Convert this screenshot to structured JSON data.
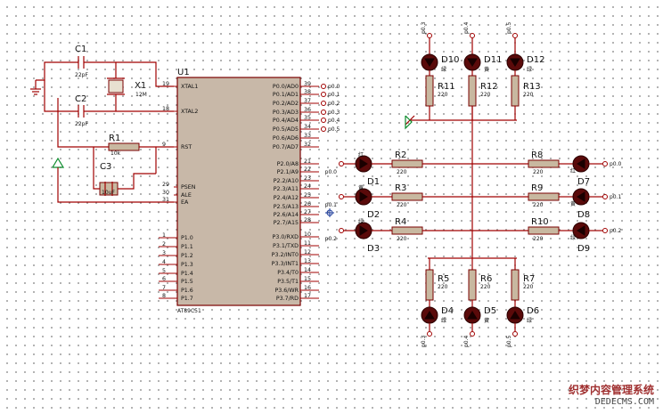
{
  "chip": {
    "ref": "U1",
    "part": "AT89C51",
    "left_pins": [
      {
        "num": "19",
        "name": "XTAL1"
      },
      {
        "num": "18",
        "name": "XTAL2"
      },
      {
        "num": "9",
        "name": "RST"
      },
      {
        "num": "29",
        "name": "PSEN"
      },
      {
        "num": "30",
        "name": "ALE"
      },
      {
        "num": "31",
        "name": "EA"
      },
      {
        "num": "1",
        "name": "P1.0"
      },
      {
        "num": "2",
        "name": "P1.1"
      },
      {
        "num": "3",
        "name": "P1.2"
      },
      {
        "num": "4",
        "name": "P1.3"
      },
      {
        "num": "5",
        "name": "P1.4"
      },
      {
        "num": "6",
        "name": "P1.5"
      },
      {
        "num": "7",
        "name": "P1.6"
      },
      {
        "num": "8",
        "name": "P1.7"
      }
    ],
    "right_pins": [
      {
        "num": "39",
        "name": "P0.0/AD0",
        "net": "p0.0"
      },
      {
        "num": "38",
        "name": "P0.1/AD1",
        "net": "p0.1"
      },
      {
        "num": "37",
        "name": "P0.2/AD2",
        "net": "p0.2"
      },
      {
        "num": "36",
        "name": "P0.3/AD3",
        "net": "p0.3"
      },
      {
        "num": "35",
        "name": "P0.4/AD4",
        "net": "p0.4"
      },
      {
        "num": "34",
        "name": "P0.5/AD5",
        "net": "p0.5"
      },
      {
        "num": "33",
        "name": "P0.6/AD6",
        "net": ""
      },
      {
        "num": "32",
        "name": "P0.7/AD7",
        "net": ""
      },
      {
        "num": "21",
        "name": "P2.0/A8"
      },
      {
        "num": "22",
        "name": "P2.1/A9"
      },
      {
        "num": "23",
        "name": "P2.2/A10"
      },
      {
        "num": "24",
        "name": "P2.3/A11"
      },
      {
        "num": "25",
        "name": "P2.4/A12"
      },
      {
        "num": "26",
        "name": "P2.5/A13"
      },
      {
        "num": "27",
        "name": "P2.6/A14"
      },
      {
        "num": "28",
        "name": "P2.7/A15"
      },
      {
        "num": "10",
        "name": "P3.0/RXD"
      },
      {
        "num": "11",
        "name": "P3.1/TXD"
      },
      {
        "num": "12",
        "name": "P3.2/INT0"
      },
      {
        "num": "13",
        "name": "P3.3/INT1"
      },
      {
        "num": "14",
        "name": "P3.4/T0"
      },
      {
        "num": "15",
        "name": "P3.5/T1"
      },
      {
        "num": "16",
        "name": "P3.6/WR"
      },
      {
        "num": "17",
        "name": "P3.7/RD"
      }
    ]
  },
  "osc": {
    "c1": {
      "ref": "C1",
      "value": "22pF"
    },
    "c2": {
      "ref": "C2",
      "value": "22pF"
    },
    "x1": {
      "ref": "X1",
      "value": "12M"
    },
    "r1": {
      "ref": "R1",
      "value": "10k"
    },
    "c3": {
      "ref": "C3",
      "value": "10uF"
    }
  },
  "top": [
    {
      "led": "D10",
      "res": "R11",
      "value": "220",
      "net": "p0.3",
      "color": "绿"
    },
    {
      "led": "D11",
      "res": "R12",
      "value": "220",
      "net": "p0.4",
      "color": "黄"
    },
    {
      "led": "D12",
      "res": "R13",
      "value": "220",
      "net": "p0.5",
      "color": "绿"
    }
  ],
  "left": [
    {
      "led": "D1",
      "res": "R2",
      "value": "220",
      "net": "p0.0",
      "color": "红"
    },
    {
      "led": "D2",
      "res": "R3",
      "value": "220",
      "net": "p0.1",
      "color": "黄"
    },
    {
      "led": "D3",
      "res": "R4",
      "value": "220",
      "net": "p0.2",
      "color": "绿"
    }
  ],
  "right": [
    {
      "led": "D7",
      "res": "R8",
      "value": "220",
      "net": "p0.0",
      "color": "红"
    },
    {
      "led": "D8",
      "res": "R9",
      "value": "220",
      "net": "p0.1",
      "color": "黄"
    },
    {
      "led": "D9",
      "res": "R10",
      "value": "220",
      "net": "p0.2",
      "color": "绿"
    }
  ],
  "bottom": [
    {
      "led": "D4",
      "res": "R5",
      "value": "220",
      "net": "p0.3",
      "color": "绿"
    },
    {
      "led": "D5",
      "res": "R6",
      "value": "220",
      "net": "p0.4",
      "color": "黄"
    },
    {
      "led": "D6",
      "res": "R7",
      "value": "220",
      "net": "p0.5",
      "color": "绿"
    }
  ],
  "watermark": {
    "cn": "织梦内容管理系统",
    "en": "DEDECMS.COM"
  }
}
